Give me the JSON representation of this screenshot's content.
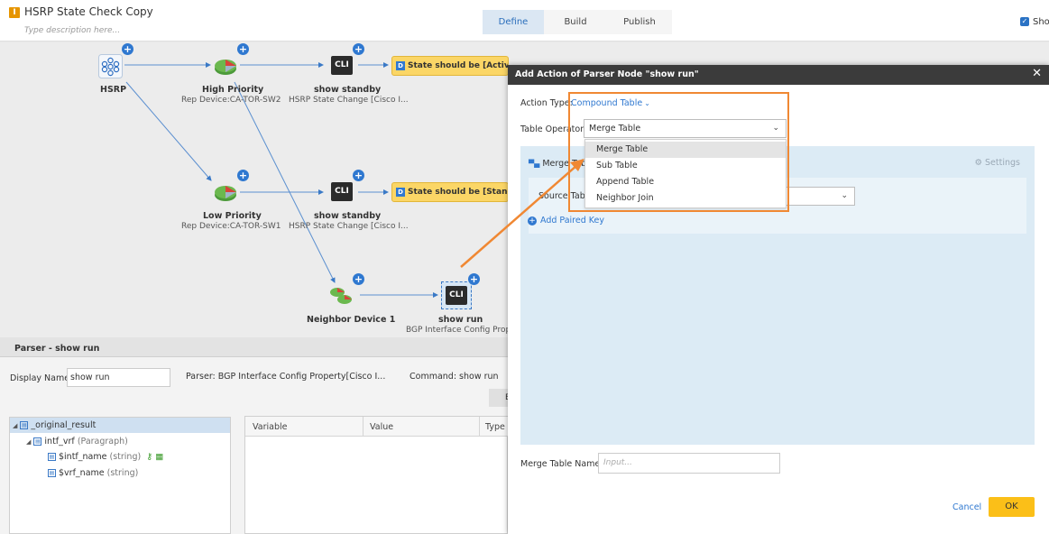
{
  "app": {
    "title": "HSRP State Check Copy",
    "description_placeholder": "Type description here...",
    "icon_letter": "I",
    "tabs": [
      "Define",
      "Build",
      "Publish"
    ],
    "active_tab": "Define",
    "show_label": "Sho"
  },
  "canvas": {
    "nodes": {
      "hsrp": {
        "label": "HSRP"
      },
      "high": {
        "label": "High Priority",
        "sub": "Rep Device:CA-TOR-SW2"
      },
      "low": {
        "label": "Low Priority",
        "sub": "Rep Device:CA-TOR-SW1"
      },
      "standby1": {
        "label": "show standby",
        "sub": "HSRP State Change [Cisco I...",
        "icon": "CLI"
      },
      "standby2": {
        "label": "show standby",
        "sub": "HSRP State Change [Cisco I...",
        "icon": "CLI"
      },
      "neighbor": {
        "label": "Neighbor Device 1"
      },
      "showrun": {
        "label": "show run",
        "sub": "BGP Interface Config Prop...",
        "icon": "CLI"
      },
      "state1": {
        "label": "State should be [Active]",
        "badge": "D"
      },
      "state2": {
        "label": "State should be [Standby]",
        "badge": "D"
      }
    }
  },
  "parser": {
    "title": "Parser - show run",
    "display_name_label": "Display Name:",
    "display_name_value": "show run",
    "parser_label": "Parser: BGP Interface Config Property[Cisco I...",
    "command_label": "Command: show run",
    "button_fragment": "E",
    "tree": [
      {
        "text": "_original_result",
        "type": ""
      },
      {
        "text": "intf_vrf",
        "type": "(Paragraph)"
      },
      {
        "text": "$intf_name",
        "type": "(string)"
      },
      {
        "text": "$vrf_name",
        "type": "(string)"
      }
    ],
    "table_columns": [
      "Variable",
      "Value",
      "Type"
    ]
  },
  "modal": {
    "title": "Add Action of Parser Node \"show run\"",
    "close": "✕",
    "action_type_label": "Action Type:",
    "action_type_value": "Compound Table",
    "table_operator_label": "Table Operator:",
    "table_operator_value": "Merge Table",
    "panel_title": "Merge Tabl",
    "settings_label": "Settings",
    "source_table_label": "Source Tabl",
    "add_paired_key": "Add Paired Key",
    "merge_table_name_label": "Merge Table Name:",
    "merge_table_name_placeholder": "Input...",
    "cancel": "Cancel",
    "ok": "OK",
    "dropdown_options": [
      "Merge Table",
      "Sub Table",
      "Append Table",
      "Neighbor Join"
    ],
    "dropdown_selected": "Merge Table"
  },
  "colors": {
    "accent": "#2f78d0",
    "highlight": "#f08833",
    "ok_button": "#fbbf18",
    "state_box": "#fbd666",
    "modal_header": "#3b3b3b"
  }
}
